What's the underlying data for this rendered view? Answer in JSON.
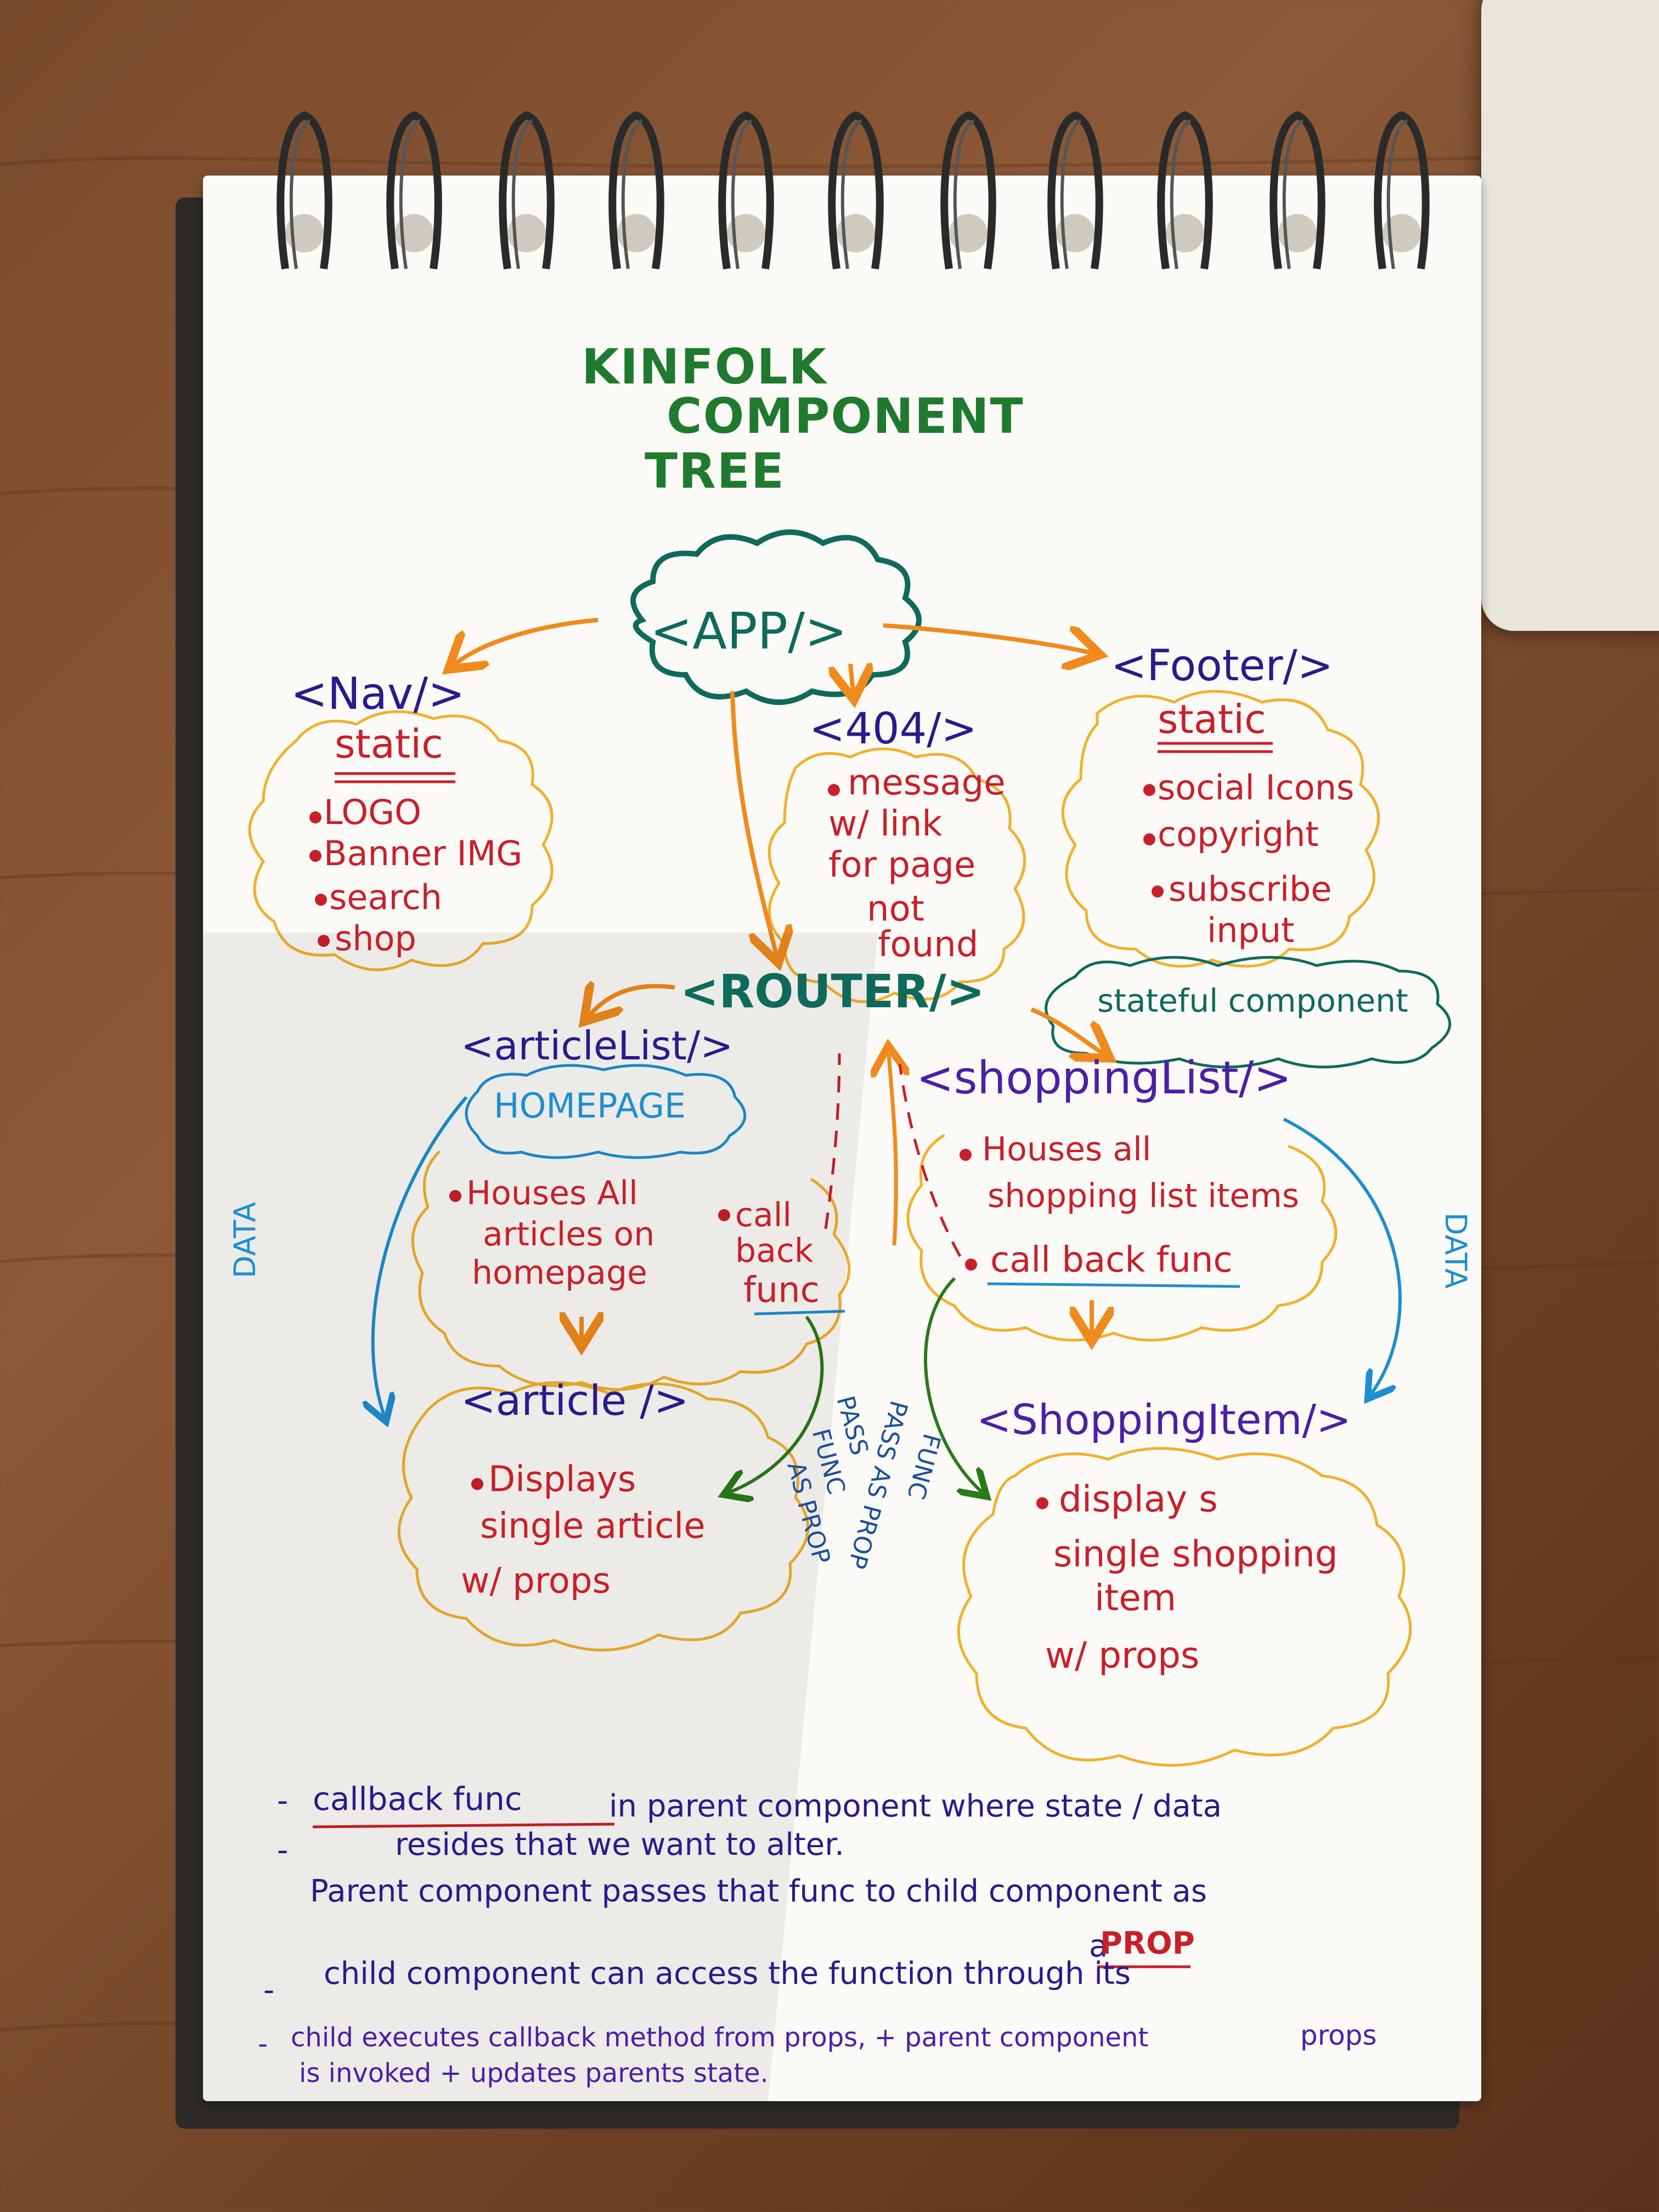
{
  "title": [
    "KINFOLK",
    "COMPONENT",
    "TREE"
  ],
  "nodes": {
    "app": "<APP/>",
    "nav": {
      "tag": "<Nav/>",
      "label": "static",
      "items": [
        "LOGO",
        "Banner IMG",
        "search",
        "shop"
      ]
    },
    "notfound": {
      "tag": "<404/>",
      "text": [
        "message",
        "w/ link",
        "for page",
        "not",
        "found"
      ]
    },
    "footer": {
      "tag": "<Footer/>",
      "label": "static",
      "items": [
        "social Icons",
        "copyright",
        "subscribe",
        "input"
      ]
    },
    "router": "<ROUTER/>",
    "stateful": "stateful component",
    "articlelist": {
      "tag": "<articleList/>",
      "badge": "HOMEPAGE",
      "text": [
        "Houses All",
        "articles on",
        "homepage"
      ],
      "callback": [
        "call",
        "back",
        "func"
      ]
    },
    "shoppinglist": {
      "tag": "<shoppingList/>",
      "text": [
        "Houses all",
        "shopping list items"
      ],
      "callback": "call back func"
    },
    "article": {
      "tag": "<article />",
      "text": [
        "Displays",
        "single article",
        "w/ props"
      ]
    },
    "shoppingitem": {
      "tag": "<ShoppingItem/>",
      "text": [
        "display s",
        "single shopping",
        "item",
        "w/ props"
      ]
    }
  },
  "edge_labels": {
    "data_left": "DATA",
    "data_right": "DATA",
    "pass_left": [
      "PASS",
      "FUNC",
      "AS PROP"
    ],
    "pass_right": [
      "PASS",
      "FUNC",
      "AS PROP"
    ]
  },
  "notes": [
    {
      "underlined": "callback func",
      "rest": "in parent component where state / data"
    },
    {
      "text": "resides that we want to alter."
    },
    {
      "text": "Parent component passes that func to child component as"
    },
    {
      "pre": "a",
      "underlined": "PROP"
    },
    {
      "text": "child component can access the function through its"
    },
    {
      "text": "props"
    },
    {
      "text": "child executes callback method from props, + parent component"
    },
    {
      "text": "is invoked + updates parents state."
    }
  ],
  "colors": {
    "green": "#1f7a2f",
    "teal": "#0f6a5c",
    "navy": "#2a1a8c",
    "purple": "#4b1fa6",
    "red": "#c8202a",
    "orange": "#f08a1c",
    "yellow": "#f2b02e",
    "blue": "#1c8fd0",
    "darkgreen": "#2b7a1a"
  }
}
